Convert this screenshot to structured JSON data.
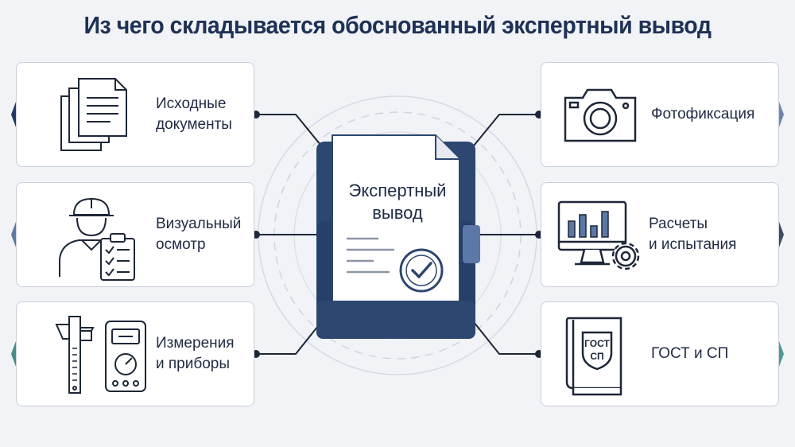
{
  "title": "Из чего складывается обоснованный экспертный вывод",
  "center": {
    "line1": "Экспертный",
    "line2": "вывод"
  },
  "cards": {
    "left": [
      {
        "line1": "Исходные",
        "line2": "документы",
        "icon": "documents-icon",
        "accent": "#1f3a66"
      },
      {
        "line1": "Визуальный",
        "line2": "осмотр",
        "icon": "engineer-checklist-icon",
        "accent": "#5b78a8"
      },
      {
        "line1": "Измерения",
        "line2": "и приборы",
        "icon": "caliper-multimeter-icon",
        "accent": "#3f8f8c"
      }
    ],
    "right": [
      {
        "line1": "Фотофиксация",
        "line2": "",
        "icon": "camera-icon",
        "accent": "#6e86b0"
      },
      {
        "line1": "Расчеты",
        "line2": "и испытания",
        "icon": "monitor-chart-gear-icon",
        "accent": "#3d4c66"
      },
      {
        "line1": "ГОСТ и СП",
        "line2": "",
        "icon": "gost-book-icon",
        "accent": "#4a9a98"
      }
    ]
  },
  "gost_book": {
    "line1": "ГОСТ",
    "line2": "СП"
  },
  "colors": {
    "title": "#1e3157",
    "folder": "#2c4770",
    "connector": "#1d2738"
  }
}
